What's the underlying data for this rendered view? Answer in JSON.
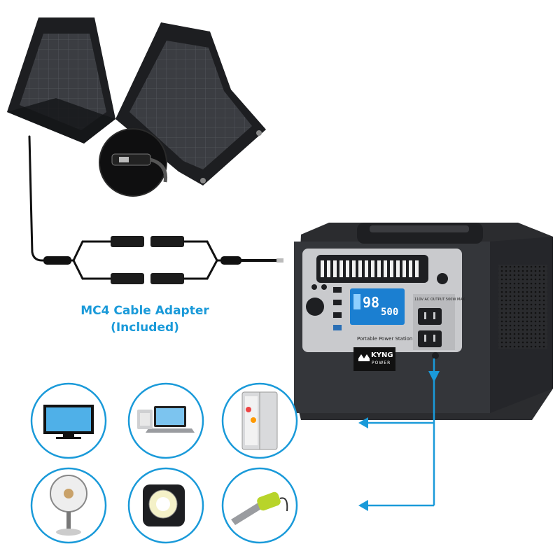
{
  "caption": {
    "line1": "MC4 Cable Adapter",
    "line2": "(Included)"
  },
  "station": {
    "brand": "KYNG",
    "brand_sub": "POWER",
    "label": "Portable Power Station",
    "lcd_left": "98",
    "lcd_right": "500",
    "outlet_label": "110V AC OUTPUT 500W MAX"
  },
  "devices": [
    {
      "name": "tv-icon"
    },
    {
      "name": "laptop-icon"
    },
    {
      "name": "fridge-icon"
    },
    {
      "name": "fan-icon"
    },
    {
      "name": "lamp-icon"
    },
    {
      "name": "chainsaw-icon"
    }
  ],
  "colors": {
    "accent": "#1a9ad9",
    "panel": "#2e2f33",
    "station_body": "#3a3b3e",
    "station_face": "#c9cacd",
    "lcd": "#1b7fd1"
  }
}
